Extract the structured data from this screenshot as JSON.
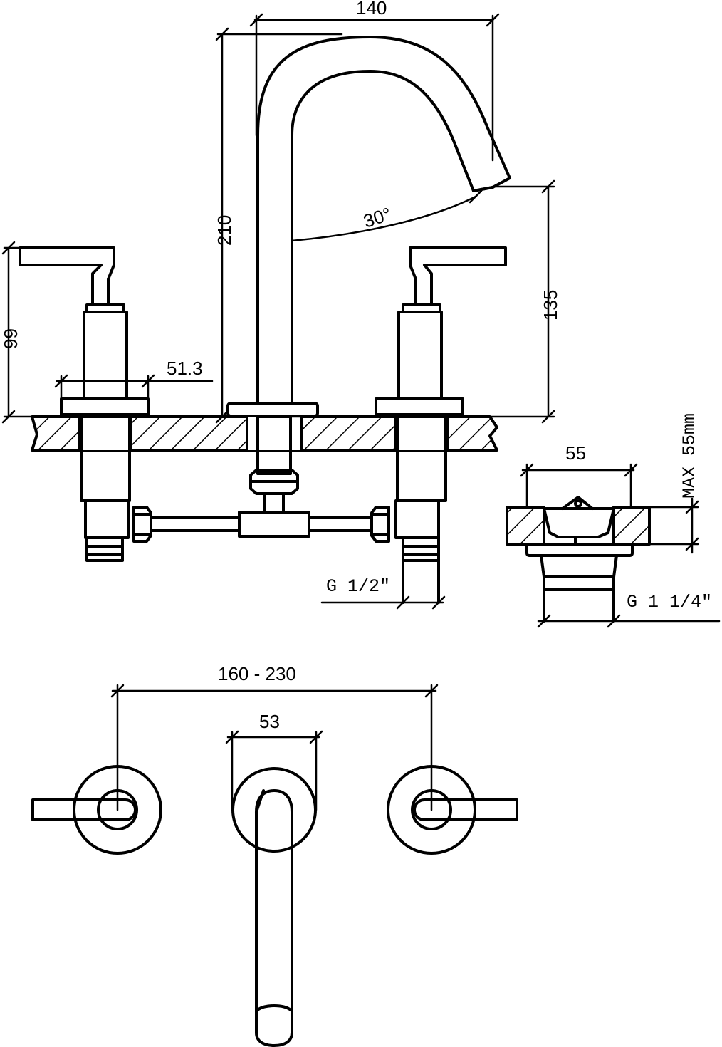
{
  "drawing": {
    "dimensions": {
      "spout_reach": "140",
      "total_height": "210",
      "spout_angle": "30°",
      "spout_outlet_height": "135",
      "handle_height": "99",
      "escutcheon_diameter": "51.3",
      "waste_width": "55",
      "max_thickness": "MAX 55mm",
      "inlet_thread": "G 1/2″",
      "waste_thread": "G 1 1/4″",
      "centers_range": "160 - 230",
      "spout_base_width": "53"
    }
  }
}
